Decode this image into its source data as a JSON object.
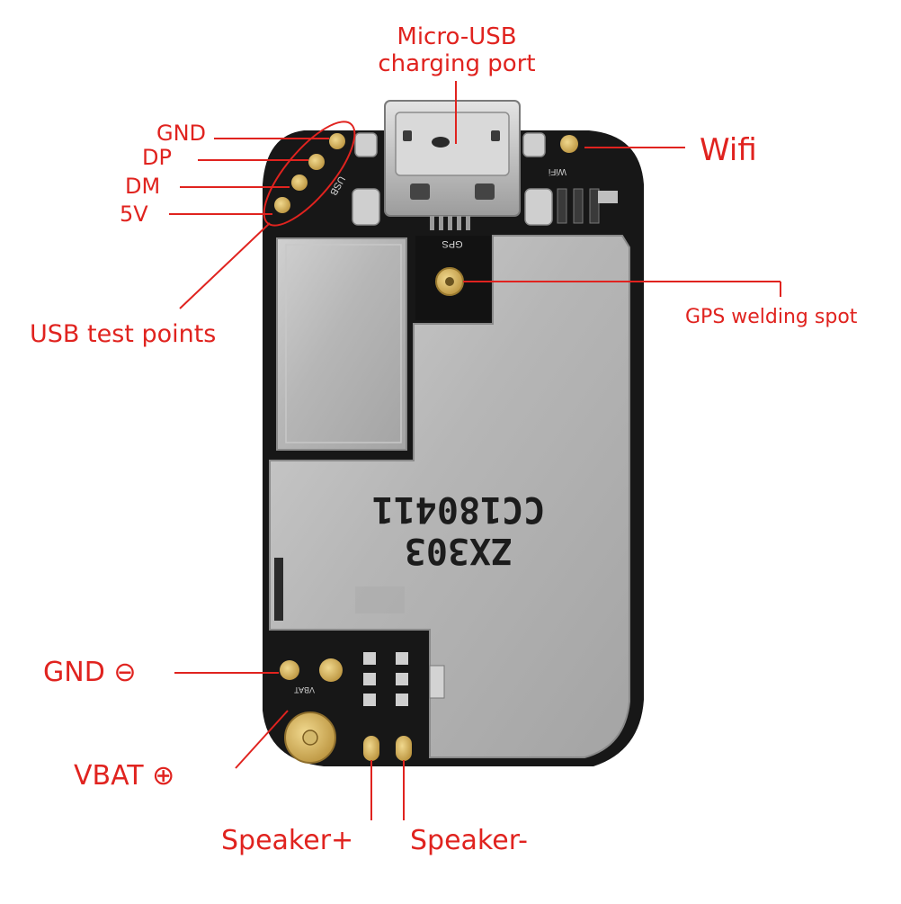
{
  "callouts": {
    "usb_port": [
      "Micro-USB",
      "charging port"
    ],
    "gnd_top": "GND",
    "dp": "DP",
    "dm": "DM",
    "v5": "5V",
    "usb_test_points": "USB test points",
    "wifi": "Wifi",
    "gps": "GPS welding spot",
    "gnd_bottom": "GND ⊖",
    "vbat": "VBAT ⊕",
    "speaker_plus": "Speaker+",
    "speaker_minus": "Speaker-"
  },
  "board": {
    "shield_marking_line1": "ZX303",
    "shield_marking_line2": "CC180411",
    "gps_silk": "GPS",
    "wifi_silk": "WiFi",
    "usb_silk": "USB",
    "vbat_silk": "VBAT"
  },
  "colors": {
    "callout": "#e0231f",
    "pcb": "#1a1a1a",
    "shield": "#b9b9b9",
    "pad": "#d6b45a",
    "background": "#ffffff"
  }
}
